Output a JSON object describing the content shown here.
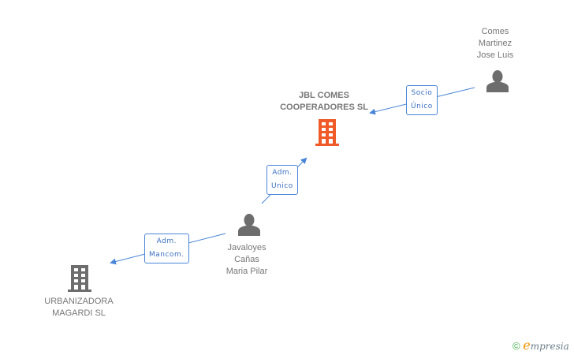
{
  "nodes": {
    "jbl": {
      "label": "JBL COMES\nCOOPERADORES SL",
      "type": "company",
      "highlight": true,
      "color": "#f05a28"
    },
    "comes": {
      "label": "Comes\nMartinez\nJose Luis",
      "type": "person"
    },
    "javaloyes": {
      "label": "Javaloyes\nCañas\nMaria Pilar",
      "type": "person"
    },
    "urbanizadora": {
      "label": "URBANIZADORA\nMAGARDI SL",
      "type": "company"
    }
  },
  "edges": [
    {
      "from": "comes",
      "to": "jbl",
      "label": "Socio\nÚnico"
    },
    {
      "from": "javaloyes",
      "to": "jbl",
      "label": "Adm.\nUnico"
    },
    {
      "from": "javaloyes",
      "to": "urbanizadora",
      "label": "Adm.\nMancom."
    }
  ],
  "colors": {
    "edge": "#4a86d8",
    "icon_gray": "#6d6d6d",
    "highlight": "#f05a28"
  },
  "footer": {
    "copyright": "©",
    "brand_initial": "e",
    "brand_rest": "mpresia"
  }
}
